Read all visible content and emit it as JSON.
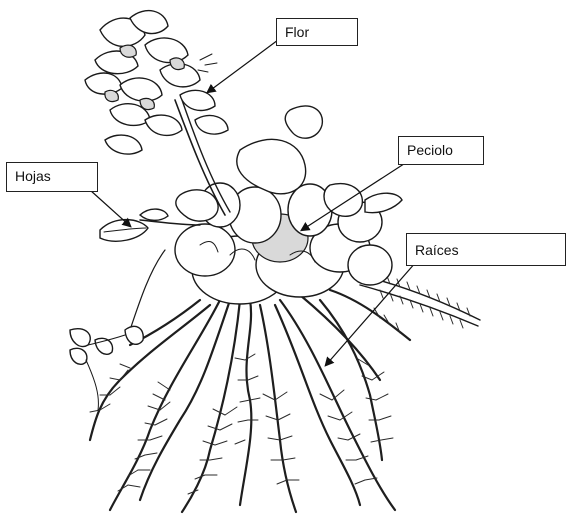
{
  "labels": {
    "flor": "Flor",
    "hojas": "Hojas",
    "peciolo": "Peciolo",
    "raices": "Raíces"
  }
}
